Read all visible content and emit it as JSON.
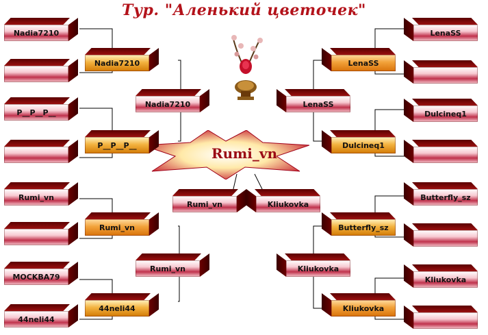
{
  "title": "Тур. \"Аленький цветочек\"",
  "champion": "Rumi_vn",
  "left": {
    "round1": [
      "Nadia7210",
      "",
      "P__P__P__",
      "",
      "Rumi_vn",
      "",
      "MOCKBA79",
      "44neli44"
    ],
    "round2": [
      "Nadia7210",
      "P__P__P__",
      "Rumi_vn",
      "44neli44"
    ],
    "round3": [
      "Nadia7210",
      "Rumi_vn"
    ],
    "final": "Rumi_vn"
  },
  "right": {
    "round1": [
      "LenaSS",
      "",
      "Dulcineq1",
      "",
      "Butterfly_sz",
      "",
      "Kliukovka",
      ""
    ],
    "round2": [
      "LenaSS",
      "Dulcineq1",
      "Butterfly_sz",
      "Kliukovka"
    ],
    "round3": [
      "LenaSS",
      "Kliukovka"
    ],
    "final": "Kliukovka"
  },
  "icons": {
    "trophy": "flower-trophy-icon",
    "star": "champion-star-icon"
  },
  "colors": {
    "title": "#b3121a",
    "champion": "#9a0a14",
    "line": "#000000"
  }
}
